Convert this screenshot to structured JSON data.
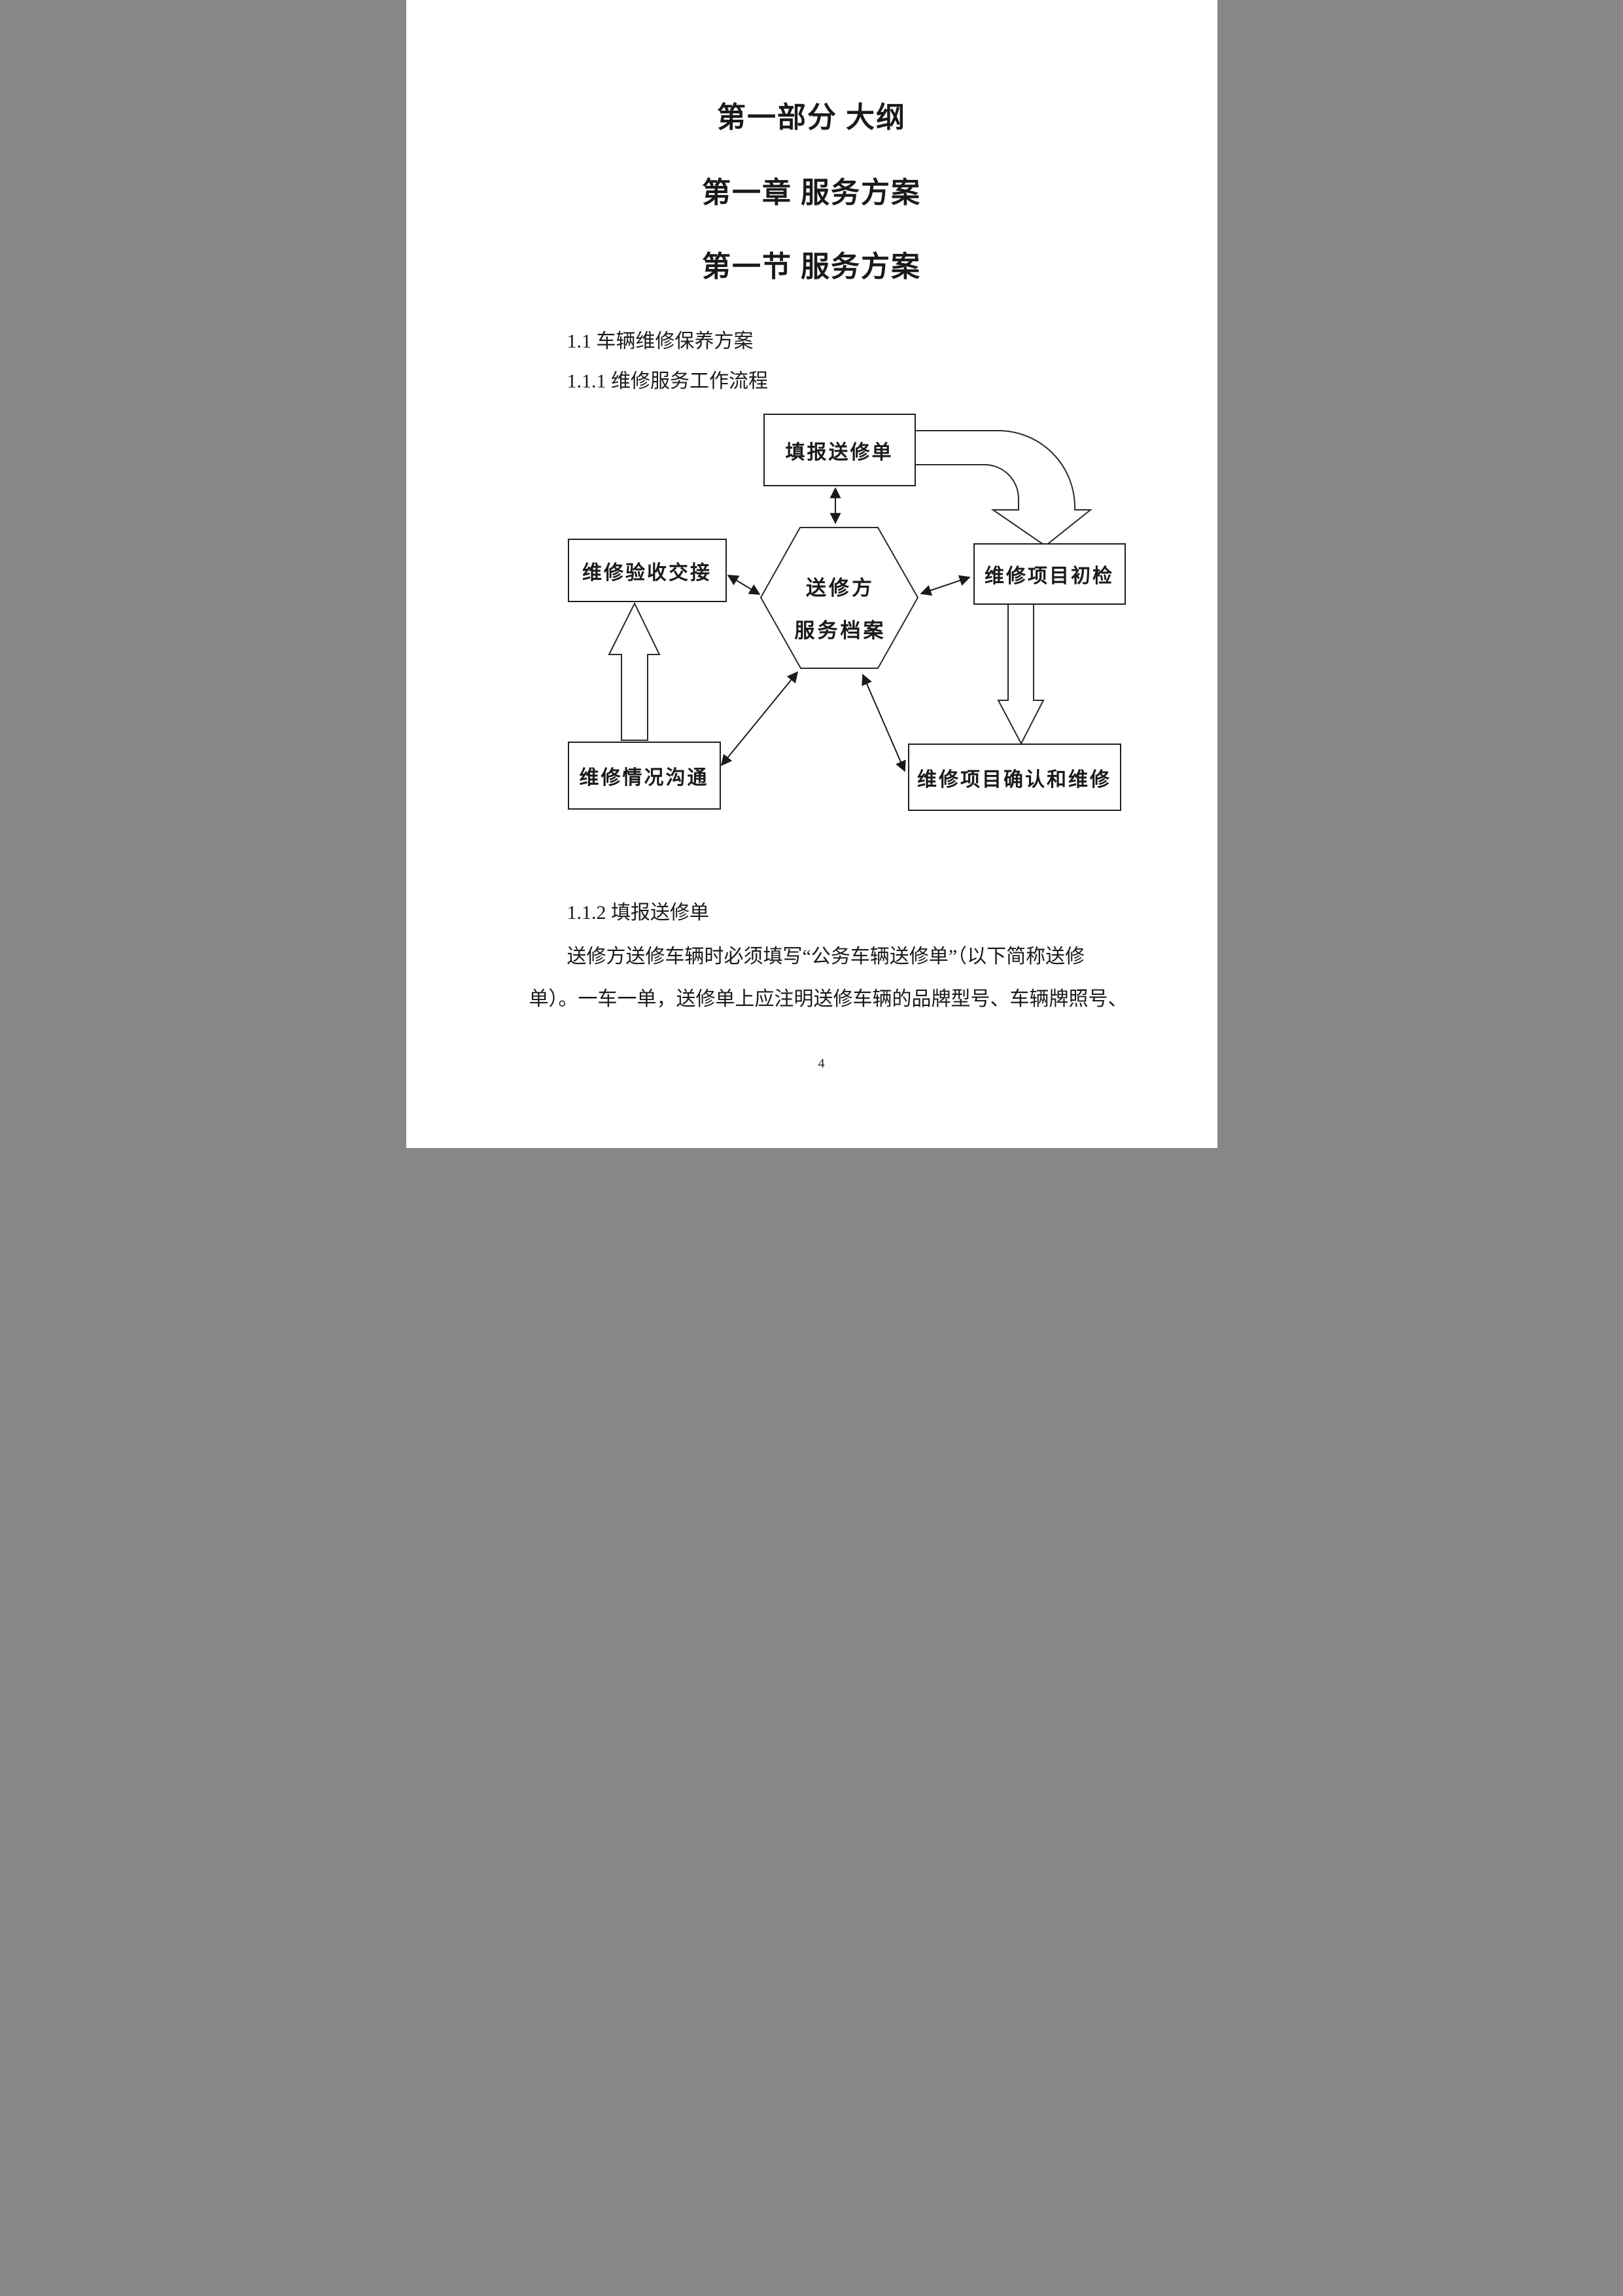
{
  "style": {
    "ink_color": "#1a1a1a",
    "box_border_color": "#1f1f1f",
    "background_color": "#ffffff"
  },
  "page": {
    "headings": {
      "part": "第一部分 大纲",
      "chapter": "第一章 服务方案",
      "section": "第一节 服务方案"
    },
    "body": {
      "item_1_1": "1.1 车辆维修保养方案",
      "item_1_1_1": "1.1.1 维修服务工作流程",
      "item_1_1_2": "1.1.2 填报送修单",
      "para_line1": "送修方送修车辆时必须填写“公务车辆送修单”（以下简称送修",
      "para_line2": "单）。一车一单，送修单上应注明送修车辆的品牌型号、车辆牌照号、"
    },
    "footer": {
      "page_number": "4"
    }
  },
  "flowchart": {
    "nodes": {
      "top_box": "填报送修单",
      "left_box": "维修验收交接",
      "right_box": "维修项目初检",
      "bottom_left_box": "维修情况沟通",
      "bottom_right_box": "维修项目确认和维修",
      "hexagon_line1": "送修方",
      "hexagon_line2": "服务档案"
    }
  }
}
